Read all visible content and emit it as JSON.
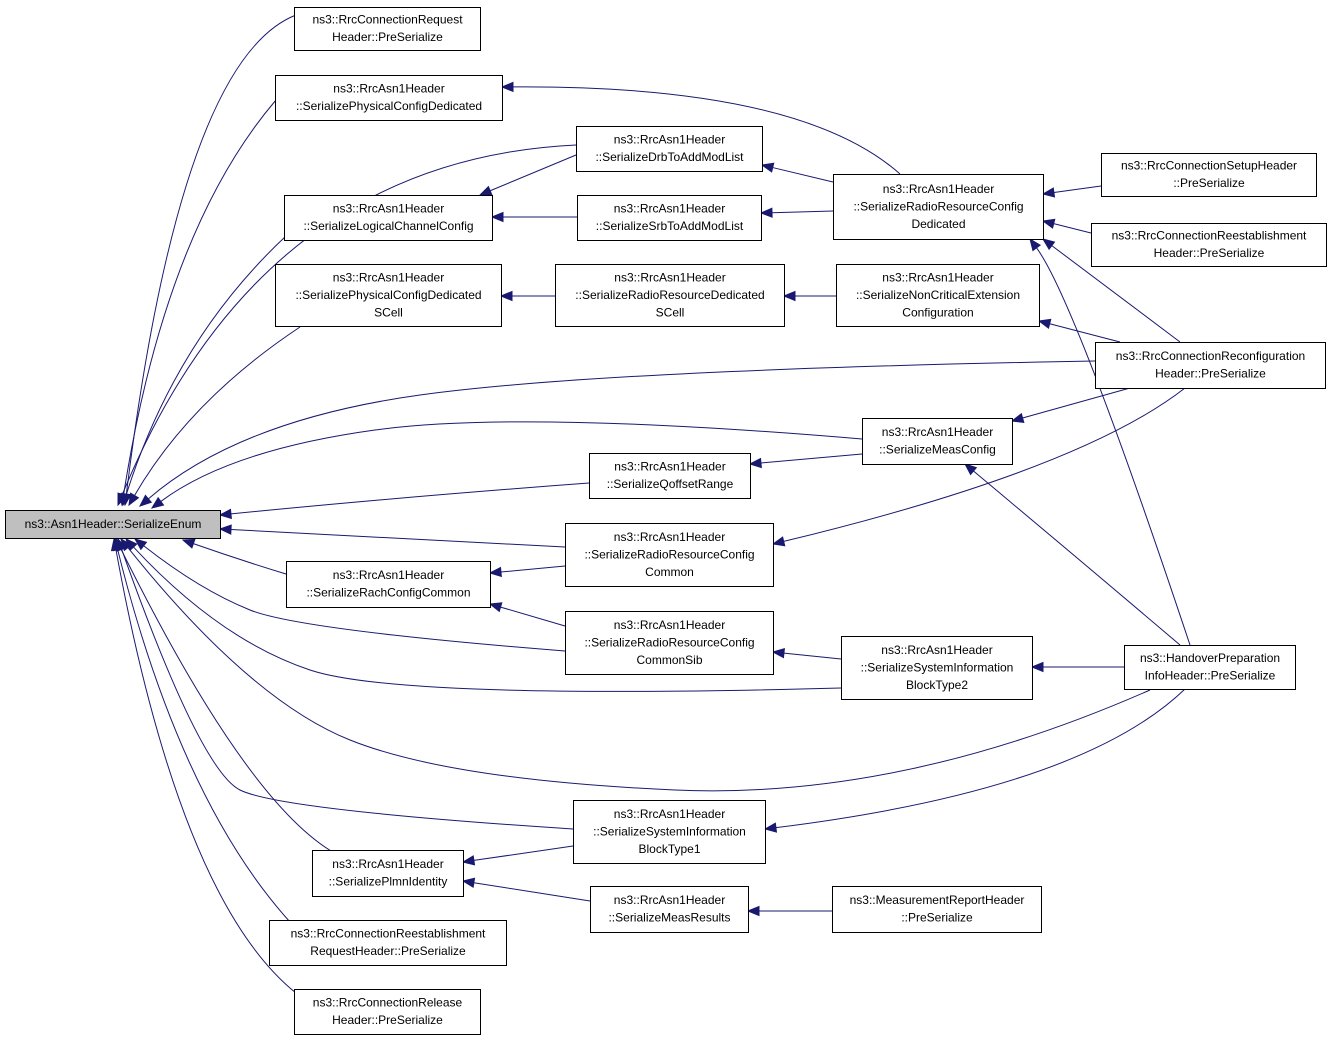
{
  "colors": {
    "edge": "#191970",
    "root_fill": "#bfbfbf",
    "node_fill": "#ffffff",
    "border": "#000000"
  },
  "nodes": [
    {
      "id": "root",
      "lines": [
        "ns3::Asn1Header::SerializeEnum"
      ]
    },
    {
      "id": "n1",
      "lines": [
        "ns3::RrcConnectionRequest",
        "Header::PreSerialize"
      ]
    },
    {
      "id": "n2",
      "lines": [
        "ns3::RrcAsn1Header",
        "::SerializePhysicalConfigDedicated"
      ]
    },
    {
      "id": "n3",
      "lines": [
        "ns3::RrcAsn1Header",
        "::SerializeDrbToAddModList"
      ]
    },
    {
      "id": "n4",
      "lines": [
        "ns3::RrcAsn1Header",
        "::SerializeLogicalChannelConfig"
      ]
    },
    {
      "id": "n5",
      "lines": [
        "ns3::RrcAsn1Header",
        "::SerializeSrbToAddModList"
      ]
    },
    {
      "id": "n6",
      "lines": [
        "ns3::RrcAsn1Header",
        "::SerializeRadioResourceConfig",
        "Dedicated"
      ]
    },
    {
      "id": "n7",
      "lines": [
        "ns3::RrcConnectionSetupHeader",
        "::PreSerialize"
      ]
    },
    {
      "id": "n8",
      "lines": [
        "ns3::RrcConnectionReestablishment",
        "Header::PreSerialize"
      ]
    },
    {
      "id": "n9",
      "lines": [
        "ns3::RrcAsn1Header",
        "::SerializePhysicalConfigDedicated",
        "SCell"
      ]
    },
    {
      "id": "n10",
      "lines": [
        "ns3::RrcAsn1Header",
        "::SerializeRadioResourceDedicated",
        "SCell"
      ]
    },
    {
      "id": "n11",
      "lines": [
        "ns3::RrcAsn1Header",
        "::SerializeNonCriticalExtension",
        "Configuration"
      ]
    },
    {
      "id": "n12",
      "lines": [
        "ns3::RrcConnectionReconfiguration",
        "Header::PreSerialize"
      ]
    },
    {
      "id": "n13",
      "lines": [
        "ns3::RrcAsn1Header",
        "::SerializeMeasConfig"
      ]
    },
    {
      "id": "n14",
      "lines": [
        "ns3::RrcAsn1Header",
        "::SerializeQoffsetRange"
      ]
    },
    {
      "id": "n15",
      "lines": [
        "ns3::RrcAsn1Header",
        "::SerializeRadioResourceConfig",
        "Common"
      ]
    },
    {
      "id": "n16",
      "lines": [
        "ns3::RrcAsn1Header",
        "::SerializeRachConfigCommon"
      ]
    },
    {
      "id": "n17",
      "lines": [
        "ns3::RrcAsn1Header",
        "::SerializeRadioResourceConfig",
        "CommonSib"
      ]
    },
    {
      "id": "n18",
      "lines": [
        "ns3::RrcAsn1Header",
        "::SerializeSystemInformation",
        "BlockType2"
      ]
    },
    {
      "id": "n19",
      "lines": [
        "ns3::HandoverPreparation",
        "InfoHeader::PreSerialize"
      ]
    },
    {
      "id": "n20",
      "lines": [
        "ns3::RrcAsn1Header",
        "::SerializeSystemInformation",
        "BlockType1"
      ]
    },
    {
      "id": "n21",
      "lines": [
        "ns3::RrcAsn1Header",
        "::SerializePlmnIdentity"
      ]
    },
    {
      "id": "n22",
      "lines": [
        "ns3::RrcAsn1Header",
        "::SerializeMeasResults"
      ]
    },
    {
      "id": "n23",
      "lines": [
        "ns3::MeasurementReportHeader",
        "::PreSerialize"
      ]
    },
    {
      "id": "n24",
      "lines": [
        "ns3::RrcConnectionReestablishment",
        "RequestHeader::PreSerialize"
      ]
    },
    {
      "id": "n25",
      "lines": [
        "ns3::RrcConnectionRelease",
        "Header::PreSerialize"
      ]
    }
  ],
  "edges": [
    {
      "from": "n1",
      "to": "root"
    },
    {
      "from": "n2",
      "to": "root"
    },
    {
      "from": "n3",
      "to": "root"
    },
    {
      "from": "n4",
      "to": "root"
    },
    {
      "from": "n9",
      "to": "root"
    },
    {
      "from": "n12",
      "to": "root"
    },
    {
      "from": "n13",
      "to": "root"
    },
    {
      "from": "n14",
      "to": "root"
    },
    {
      "from": "n15",
      "to": "root"
    },
    {
      "from": "n16",
      "to": "root"
    },
    {
      "from": "n17",
      "to": "root"
    },
    {
      "from": "n18",
      "to": "root"
    },
    {
      "from": "n19",
      "to": "root"
    },
    {
      "from": "n20",
      "to": "root"
    },
    {
      "from": "n21",
      "to": "root"
    },
    {
      "from": "n24",
      "to": "root"
    },
    {
      "from": "n25",
      "to": "root"
    },
    {
      "from": "n6",
      "to": "n2"
    },
    {
      "from": "n3",
      "to": "n4"
    },
    {
      "from": "n5",
      "to": "n4"
    },
    {
      "from": "n6",
      "to": "n3"
    },
    {
      "from": "n6",
      "to": "n5"
    },
    {
      "from": "n7",
      "to": "n6"
    },
    {
      "from": "n8",
      "to": "n6"
    },
    {
      "from": "n12",
      "to": "n6"
    },
    {
      "from": "n19",
      "to": "n6"
    },
    {
      "from": "n10",
      "to": "n9"
    },
    {
      "from": "n11",
      "to": "n10"
    },
    {
      "from": "n12",
      "to": "n11"
    },
    {
      "from": "n12",
      "to": "n13"
    },
    {
      "from": "n19",
      "to": "n13"
    },
    {
      "from": "n13",
      "to": "n14"
    },
    {
      "from": "n12",
      "to": "n15"
    },
    {
      "from": "n15",
      "to": "n16"
    },
    {
      "from": "n17",
      "to": "n16"
    },
    {
      "from": "n18",
      "to": "n17"
    },
    {
      "from": "n19",
      "to": "n18"
    },
    {
      "from": "n19",
      "to": "n20"
    },
    {
      "from": "n20",
      "to": "n21"
    },
    {
      "from": "n22",
      "to": "n21"
    },
    {
      "from": "n23",
      "to": "n22"
    }
  ]
}
